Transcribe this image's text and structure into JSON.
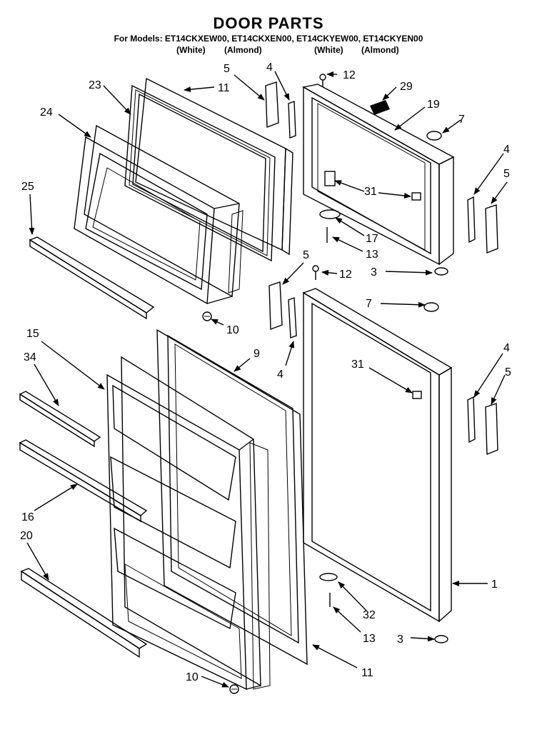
{
  "title": "DOOR PARTS",
  "models_line": "For Models: ET14CKXEW00, ET14CKXEN00, ET14CKYEW00, ET14CKYEN00",
  "variants": [
    "(White)",
    "(Almond)",
    "(White)",
    "(Almond)"
  ],
  "callouts": [
    "5",
    "4",
    "12",
    "23",
    "11",
    "29",
    "24",
    "19",
    "7",
    "4",
    "25",
    "5",
    "31",
    "17",
    "13",
    "5",
    "12",
    "3",
    "7",
    "10",
    "15",
    "9",
    "4",
    "34",
    "31",
    "5",
    "4",
    "16",
    "20",
    "1",
    "32",
    "13",
    "3",
    "11",
    "10"
  ]
}
